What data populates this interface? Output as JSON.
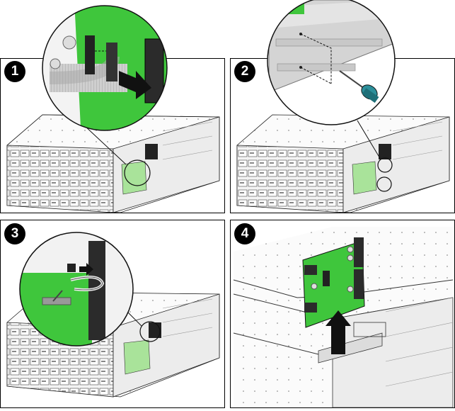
{
  "steps": [
    {
      "number": "1"
    },
    {
      "number": "2"
    },
    {
      "number": "3"
    },
    {
      "number": "4"
    }
  ],
  "colors": {
    "board_green": "#3fc63c",
    "board_light": "#a9e39a",
    "chassis_gray": "#d9d9d9",
    "arrow_black": "#111111",
    "screwdriver_teal": "#2c8f9a"
  }
}
